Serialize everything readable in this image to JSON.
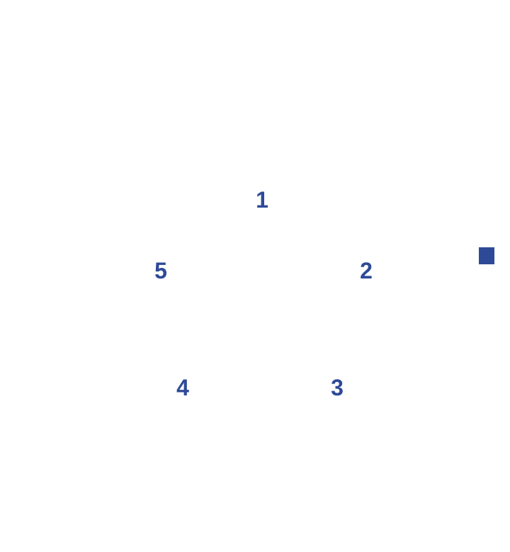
{
  "diagram": {
    "nodes": [
      {
        "id": "1",
        "label": "1"
      },
      {
        "id": "2",
        "label": "2"
      },
      {
        "id": "3",
        "label": "3"
      },
      {
        "id": "4",
        "label": "4"
      },
      {
        "id": "5",
        "label": "5"
      }
    ],
    "colors": {
      "label": "#2e4a97",
      "marker": "#2e4a97",
      "background": "#ffffff"
    },
    "marker_icon": "square-marker-icon"
  }
}
